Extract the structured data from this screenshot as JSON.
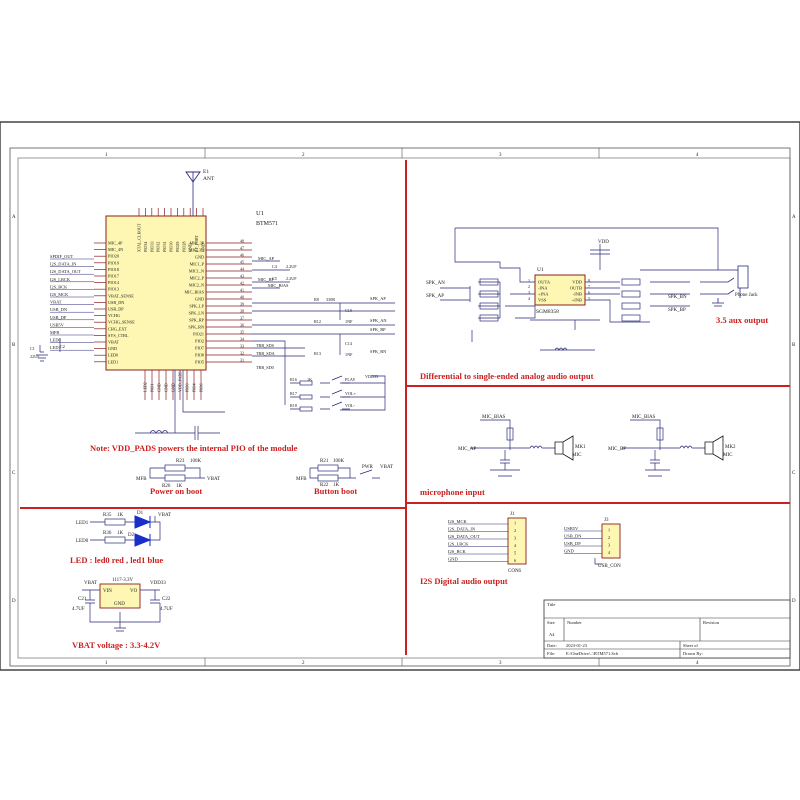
{
  "frame": {
    "top_cols": [
      "1",
      "2",
      "3",
      "4"
    ],
    "bottom_cols": [
      "1",
      "2",
      "3",
      "4"
    ],
    "rows": [
      "A",
      "B",
      "C",
      "D"
    ]
  },
  "module": {
    "ref": "U1",
    "part": "BTM571",
    "antenna_ref": "E1",
    "antenna_label": "ANT",
    "top_pins": [
      "XTAL_CLKOUT",
      "PIO34",
      "PIO33",
      "PIO32",
      "PIO31",
      "PIO30",
      "PIO29",
      "PIO28",
      "GND",
      "RF_PORT",
      "GND"
    ],
    "left_pins": [
      "MIC_4P",
      "MIC_4N",
      "PIO20",
      "PIO19",
      "PIO18",
      "PIO17",
      "PIO14",
      "PIO13",
      "VBAT_SENSE",
      "USB_DN",
      "USB_DP",
      "VCHG",
      "VCHG_SENSE",
      "CHG_EXT",
      "SYS_CTRL",
      "VBAT",
      "GND",
      "LED0",
      "LED1"
    ],
    "right_pins": [
      "MIC_3P",
      "MIC_3N",
      "GND",
      "MIC1_P",
      "MIC1_N",
      "MIC2_P",
      "MIC2_N",
      "MIC_BIAS",
      "GND",
      "SPK_LP",
      "SPK_LN",
      "SPK_RP",
      "SPK_RN",
      "PIO21",
      "PIO2",
      "PIO7",
      "PIO8",
      "PIO5"
    ],
    "right_numbers": [
      "48",
      "47",
      "46",
      "45",
      "44",
      "43",
      "42",
      "41",
      "40",
      "39",
      "38",
      "37",
      "36",
      "35",
      "34",
      "33",
      "32",
      "31"
    ],
    "bottom_pins": [
      "LED2",
      "PIO1",
      "GND",
      "GND",
      "GND",
      "VDD_PADS",
      "PIO0",
      "PIO4",
      "PIO6"
    ],
    "left_nets": [
      "SPDIF_OUT",
      "I2S_DATA_IN",
      "I2S_DATA_OUT",
      "I2S_LRCK",
      "I2S_BCK",
      "I2S_MCK",
      "VBAT",
      "USB_DN",
      "USB_DP",
      "USB5V",
      "MFB",
      "LED0",
      "LED1"
    ],
    "right_nets": [
      "MIC_AP",
      "MIC_BP",
      "MIC_BIAS",
      "SPK_AP",
      "SPK_AN",
      "SPK_BP",
      "SPK_BN"
    ],
    "misc_labels": [
      "C4",
      "C5",
      "2.2UF",
      "2.2UF",
      "R8",
      "C10",
      "C14",
      "R12",
      "R13",
      "330R",
      "1NF",
      "1NF",
      "TRB_SDS",
      "TRB_SDA",
      "TRB_SD0",
      "PLAY",
      "VOL+",
      "VOL-",
      "VDD33",
      "R16",
      "R17",
      "R18",
      "1K",
      "C1",
      "22UF",
      "C2"
    ]
  },
  "amp": {
    "ref": "U1",
    "part": "SGM8358",
    "left_pins": [
      "OUTA",
      "-INA",
      "+INA",
      "VSS"
    ],
    "right_pins": [
      "VDD",
      "OUTB",
      "-INB",
      "+INB"
    ],
    "in_nets": [
      "SPK_AN",
      "SPK_AP"
    ],
    "out_nets": [
      "SPK_BN",
      "SPK_BP"
    ],
    "vdd": "VDD"
  },
  "jack": {
    "label": "Phone Jack"
  },
  "mic": {
    "left_net": "MIC_AP",
    "right_net": "MIC_BP",
    "bias": "MIC_BIAS",
    "left_ref": "MK1",
    "right_ref": "MK2",
    "mic_text": "MIC"
  },
  "i2s_con": {
    "ref": "J1",
    "part": "CON6",
    "nets": [
      "I2S_MCK",
      "I2S_DATA_IN",
      "I2S_DATA_OUT",
      "I2S_LRCK",
      "I2S_BCK",
      "GND"
    ],
    "pins": [
      "1",
      "2",
      "3",
      "4",
      "5",
      "6"
    ]
  },
  "usb_con": {
    "ref": "J3",
    "part": "USB_CON",
    "nets": [
      "USB5V",
      "USB_DN",
      "USB_DP",
      "GND"
    ],
    "pins": [
      "1",
      "2",
      "3",
      "4"
    ]
  },
  "leds": {
    "r1": "R35",
    "r2": "R36",
    "val": "1K",
    "d1": "D1",
    "d2": "D2",
    "n1": "LED1",
    "n2": "LED0",
    "vbat": "VBAT"
  },
  "power_on": {
    "r1": "R23",
    "v1": "100K",
    "r2": "R26",
    "v2": "1K",
    "mfb": "MFB",
    "vbat": "VBAT"
  },
  "button": {
    "r1": "R21",
    "v1": "100K",
    "r2": "R22",
    "v2": "1K",
    "sw": "PWR",
    "mfb": "MFB",
    "vbat": "VBAT"
  },
  "ldo": {
    "part": "1117-3.3V",
    "vin": "VIN",
    "vo": "VO",
    "gnd": "GND",
    "vbat": "VBAT",
    "vdd33": "VDD33",
    "c1": "C21",
    "c2": "C22",
    "cap": "4.7UF"
  },
  "headings": {
    "note": "Note: VDD_PADS powers the internal PIO of the module",
    "power_on": "Power on boot",
    "button": "Button boot",
    "led": "LED : led0 red , led1 blue",
    "vbat": "VBAT voltage :  3.3-4.2V",
    "diff": "Differential to single-ended analog audio output",
    "aux": "3.5 aux output",
    "mic": "microphone input",
    "i2s": "I2S Digital audio output"
  },
  "title_block": {
    "title": "Title",
    "size_label": "Size",
    "size": "A4",
    "number_label": "Number",
    "revision_label": "Revision",
    "date_label": "Date:",
    "date": "2023-01-23",
    "file_label": "File:",
    "file": "E:\\OneDrive\\..\\BTM571.Sch",
    "sheet_label": "Sheet  of",
    "drawn_label": "Drawn By:"
  },
  "colors": {
    "ink": "#1a1a1a",
    "wire": "#2a2a7a",
    "red": "#cc1f1f",
    "pin": "#8a1f1f",
    "led_blue": "#1a2fc9"
  }
}
